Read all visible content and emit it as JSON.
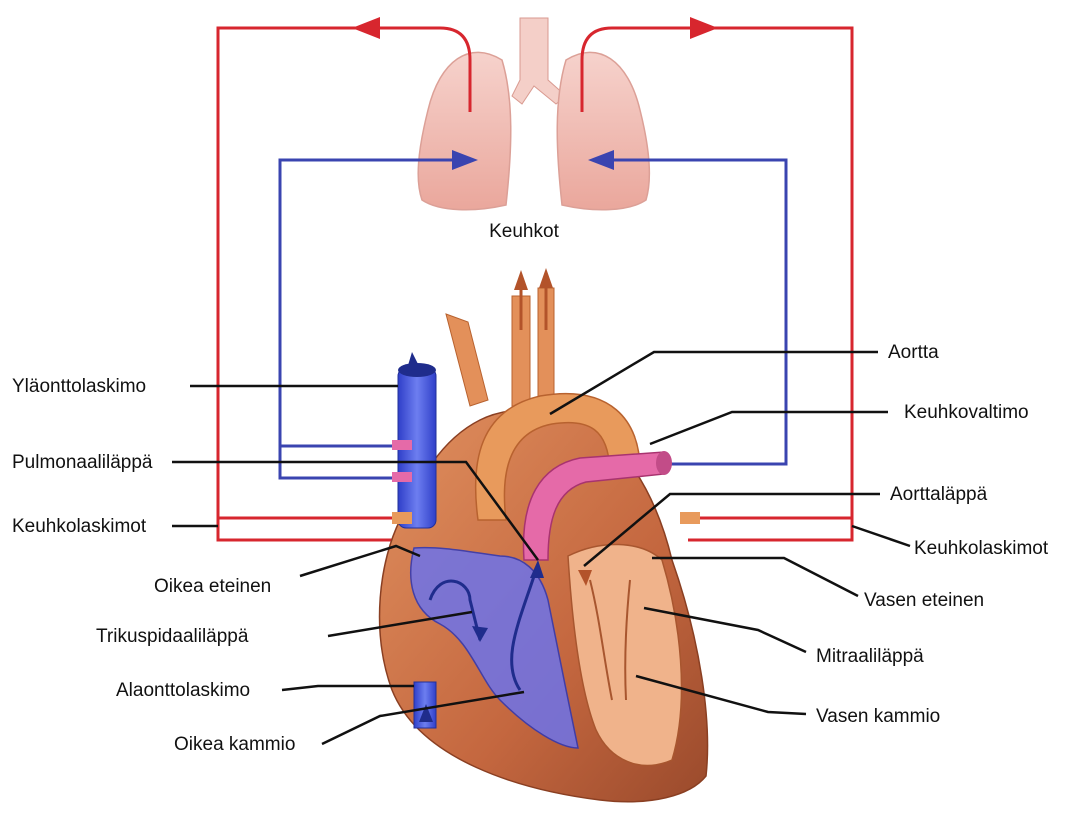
{
  "colors": {
    "oxygenated": "#d7262e",
    "deoxygenated": "#3a44b0",
    "lung": "#f2b7ae",
    "heart_muscle": "#c9704a",
    "vessel_orange": "#e89a5c",
    "vessel_blue": "#3f52d8",
    "pulmonary_pink": "#e05a9c",
    "label_line": "#111111"
  },
  "lungs": {
    "label": "Keuhkot"
  },
  "labels": {
    "ylaonttolaskimo": "Yläonttolaskimo",
    "pulmonaalilappa": "Pulmonaaliläppä",
    "keuhkolaskimot_left": "Keuhkolaskimot",
    "oikea_eteinen": "Oikea eteinen",
    "trikuspidaalilappa": "Trikuspidaaliläppä",
    "alaonttolaskimo": "Alaonttolaskimo",
    "oikea_kammio": "Oikea kammio",
    "aortta": "Aortta",
    "keuhkovaltimo": "Keuhkovaltimo",
    "aorttalappa": "Aorttaläppä",
    "keuhkolaskimot_right": "Keuhkolaskimot",
    "vasen_eteinen": "Vasen eteinen",
    "mitraalilappa": "Mitraaliläppä",
    "vasen_kammio": "Vasen kammio"
  }
}
